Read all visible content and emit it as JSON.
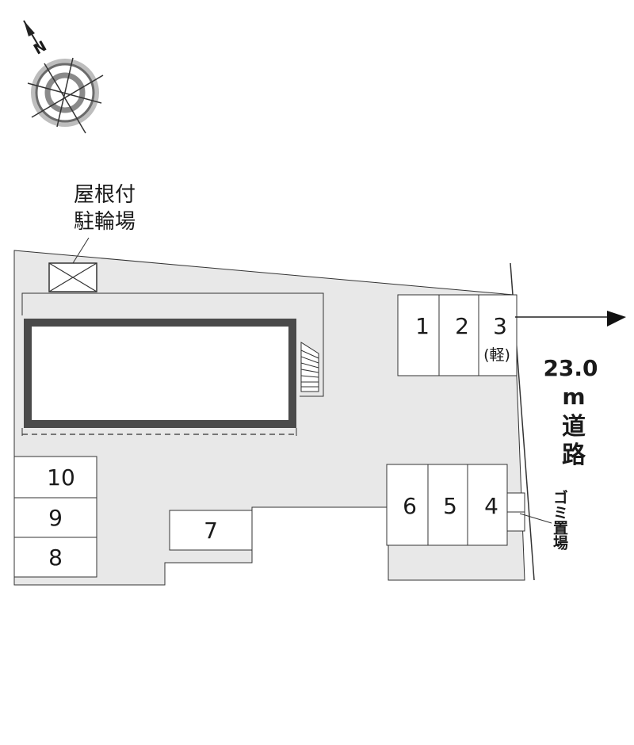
{
  "colors": {
    "lot_fill": "#e8e8e8",
    "building_border": "#4a4a4a",
    "line": "#333333",
    "background": "#ffffff"
  },
  "compass": {
    "north_label": "N",
    "icon": "compass-rose-icon"
  },
  "bike_parking": {
    "label_line1": "屋根付",
    "label_line2": "駐輪場",
    "icon": "x-box-icon"
  },
  "road": {
    "width": "23.0",
    "unit": "m",
    "name_char1": "道",
    "name_char2": "路",
    "icon": "arrow-right-icon"
  },
  "garbage": {
    "label": "ゴミ置場"
  },
  "parking_spaces": [
    {
      "number": "1",
      "note": ""
    },
    {
      "number": "2",
      "note": ""
    },
    {
      "number": "3",
      "note": "(軽)"
    },
    {
      "number": "4",
      "note": ""
    },
    {
      "number": "5",
      "note": ""
    },
    {
      "number": "6",
      "note": ""
    },
    {
      "number": "7",
      "note": ""
    },
    {
      "number": "8",
      "note": ""
    },
    {
      "number": "9",
      "note": ""
    },
    {
      "number": "10",
      "note": ""
    }
  ]
}
